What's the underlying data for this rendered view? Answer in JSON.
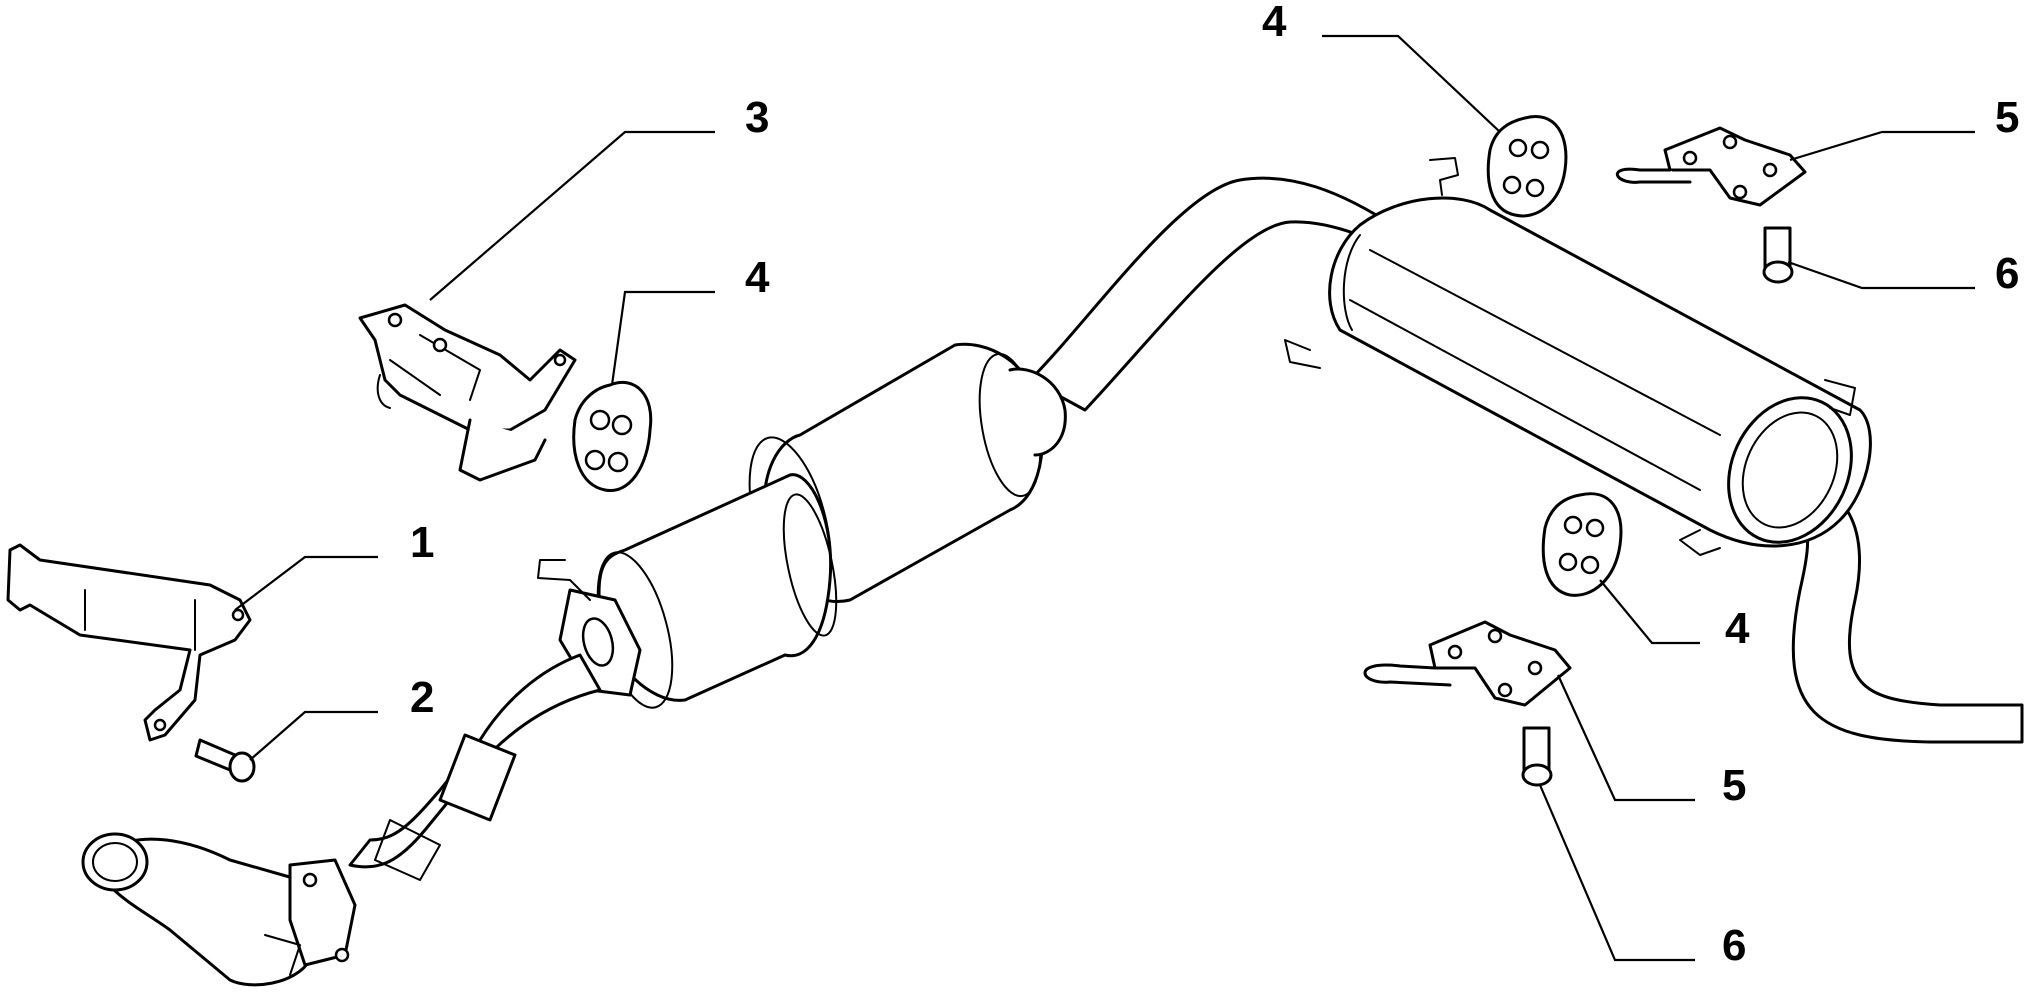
{
  "colors": {
    "line": "#000000",
    "background": "#ffffff"
  },
  "callouts": [
    {
      "id": "c3",
      "label": "3"
    },
    {
      "id": "c4a",
      "label": "4"
    },
    {
      "id": "c1",
      "label": "1"
    },
    {
      "id": "c2",
      "label": "2"
    },
    {
      "id": "c4b",
      "label": "4"
    },
    {
      "id": "c5a",
      "label": "5"
    },
    {
      "id": "c6a",
      "label": "6"
    },
    {
      "id": "c4c",
      "label": "4"
    },
    {
      "id": "c5b",
      "label": "5"
    },
    {
      "id": "c6b",
      "label": "6"
    }
  ]
}
